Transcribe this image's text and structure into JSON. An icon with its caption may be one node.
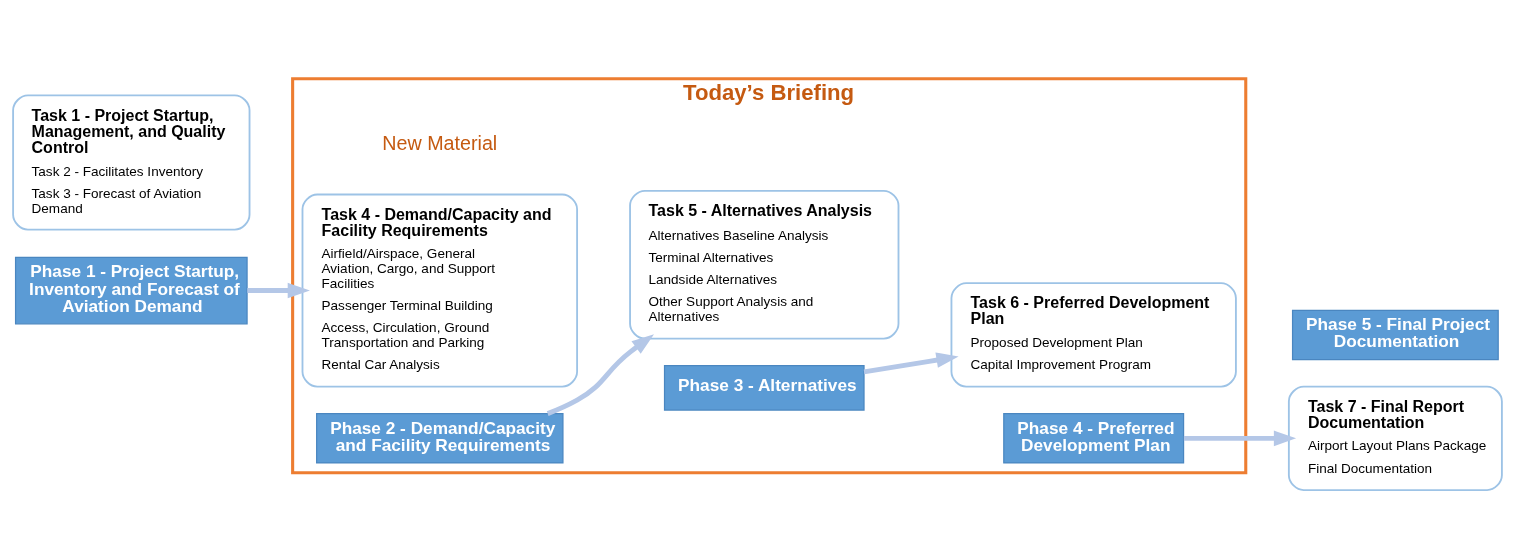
{
  "diagram": {
    "nodes": [
      {
        "text": [
          "Today’s Briefing"
        ]
      },
      {
        "text": [
          "Task 1 - Project Startup, Management, and Quality Control",
          "Task 2 - Facilitates Inventory",
          "Task 3 - Forecast of Aviation Demand"
        ]
      },
      {
        "text": [
          "Phase 1 - Project Startup, Inventory and Forecast of Aviation Demand"
        ]
      },
      {
        "text": [
          "Task 4 - Demand/Capacity and Facility Requirements",
          "Airfield/Airspace, General Aviation, Cargo, and Support Facilities",
          "Passenger Terminal Building",
          "Access, Circulation, Ground Transportation and Parking",
          "Rental Car Analysis"
        ],
        "in": 0
      },
      {
        "text": [
          "Phase 2 - Demand/Capacity and Facility Requirements"
        ],
        "in": 0
      },
      {
        "text": [
          "Task 5 - Alternatives Analysis",
          "Alternatives Baseline Analysis",
          "Terminal Alternatives",
          "Landside Alternatives",
          "Other Support Analysis and Alternatives"
        ],
        "in": 0
      },
      {
        "text": [
          "Phase 3 - Alternatives"
        ],
        "in": 0
      },
      {
        "text": [
          "Task 6 - Preferred Development Plan",
          "Proposed Development Plan",
          "Capital Improvement Program"
        ],
        "in": 0
      },
      {
        "text": [
          "Phase 4 - Preferred Development Plan"
        ],
        "in": 0
      },
      {
        "text": [
          "Task 7 - Final Report Documentation",
          "Airport Layout Plans Package",
          "Final Documentation"
        ]
      },
      {
        "text": [
          "Phase 5 - Final Project Documentation"
        ]
      }
    ],
    "edges": [
      {
        "from": 2,
        "to": 3,
        "arrow": "to"
      },
      {
        "from": 4,
        "to": 5,
        "arrow": "to"
      },
      {
        "from": 6,
        "to": 7,
        "arrow": "to"
      },
      {
        "from": 8,
        "to": 9,
        "arrow": "to"
      }
    ],
    "labels": [
      "New Material"
    ]
  }
}
